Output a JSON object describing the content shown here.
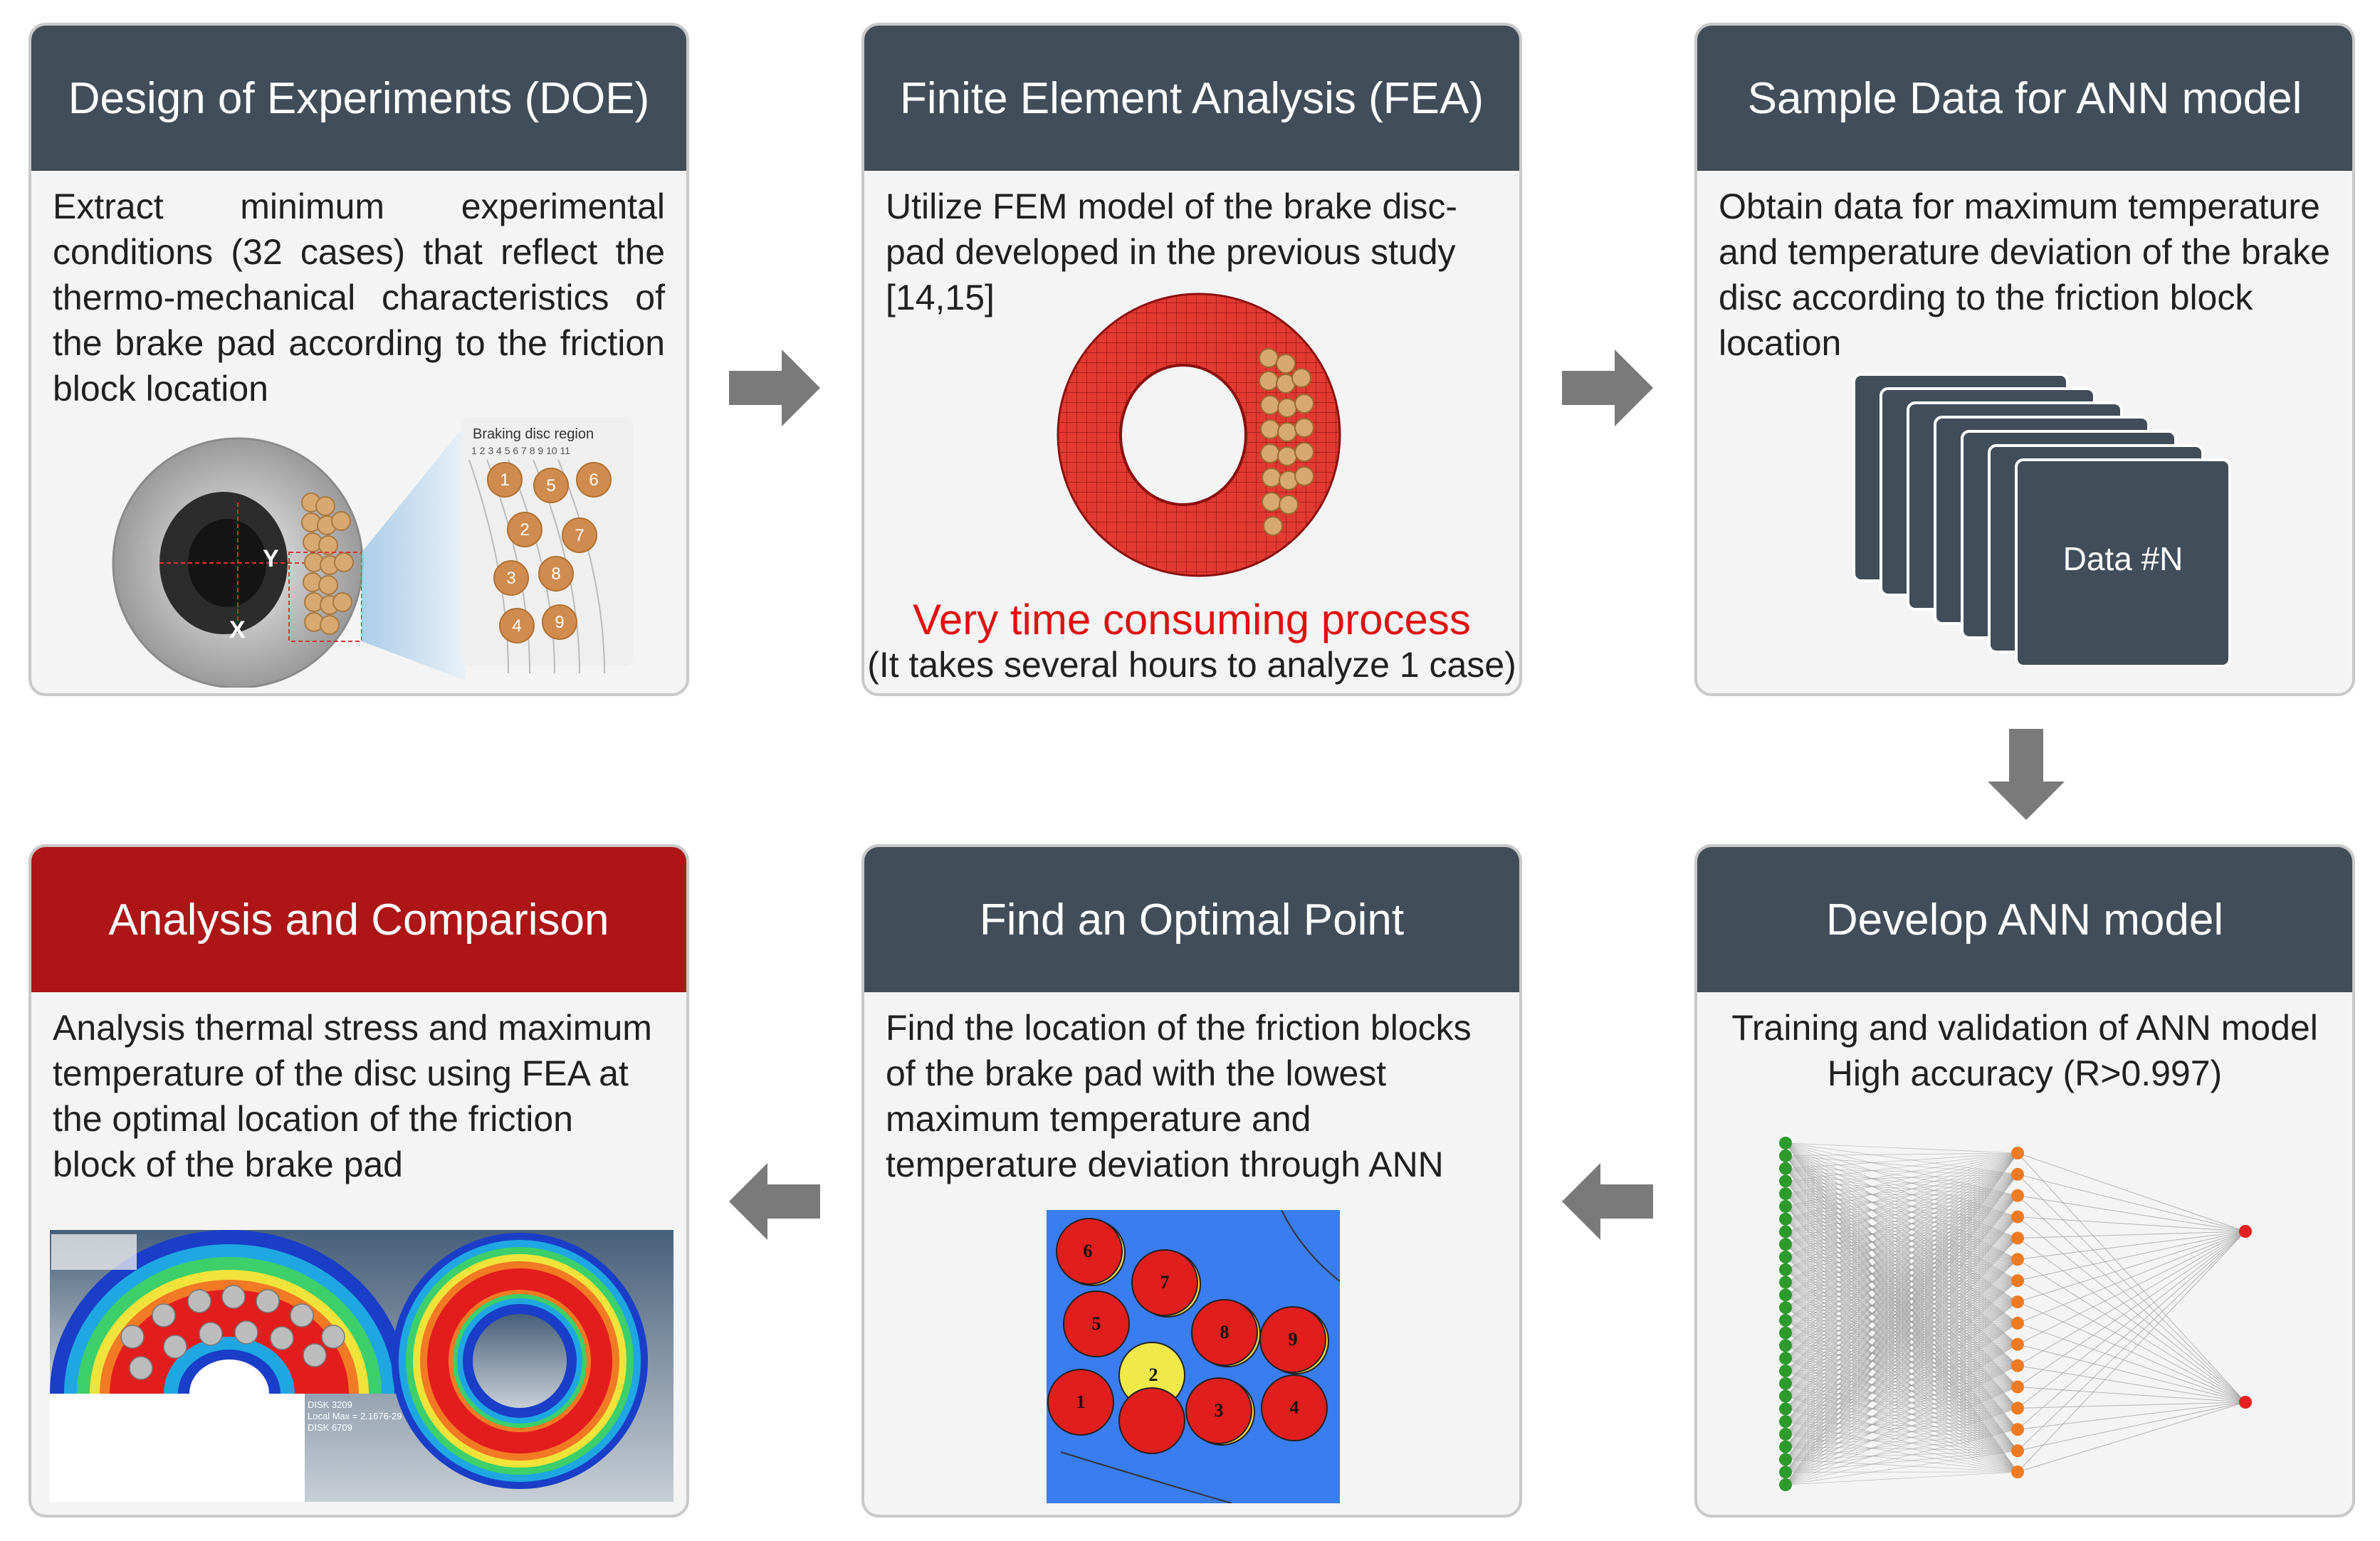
{
  "steps": [
    {
      "title": "Design of Experiments (DOE)",
      "body": "Extract minimum experimental conditions (32 cases) that reflect the thermo-mechanical characteristics of the brake pad according to the friction block location",
      "figure": {
        "region_title": "Braking disc region",
        "column_numbers": "1 2 3 4 5 6 7 8 9 10 11",
        "axis_y": "Y",
        "axis_x": "X",
        "block_numbers": [
          "1",
          "5",
          "6",
          "2",
          "7",
          "3",
          "8",
          "4",
          "9"
        ]
      }
    },
    {
      "title": "Finite Element Analysis (FEA)",
      "body": "Utilize FEM model of the brake disc-pad developed in the previous study [14,15]",
      "warning": "Very time consuming process",
      "note": "(It takes several hours to analyze 1 case)"
    },
    {
      "title": "Sample Data for ANN model",
      "body": "Obtain data for maximum temperature and temperature deviation of the brake disc according to the friction block location",
      "data_label": "Data #N"
    },
    {
      "title": "Develop ANN model",
      "body_line1": "Training and validation of ANN model",
      "body_line2": "High accuracy (R>0.997)"
    },
    {
      "title": "Find an Optimal Point",
      "body": "Find the location of the friction blocks of the brake pad with the lowest maximum temperature and temperature deviation through ANN",
      "block_numbers": [
        "6",
        "7",
        "5",
        "8",
        "9",
        "2",
        "1",
        "3",
        "4"
      ]
    },
    {
      "title": "Analysis and Comparison",
      "body": "Analysis thermal stress and maximum temperature of the disc using FEA at the optimal location of the friction block of the brake pad",
      "legend_lines": [
        "DISK 3209",
        "Local Max = 2.1676-29",
        "DISK 6709"
      ]
    }
  ],
  "colors": {
    "header": "#414e5a",
    "header_highlight": "#ad1517",
    "arrow": "#7a7a7a",
    "warning": "#e01010",
    "input_node": "#2e9a2e",
    "hidden_node": "#ee7b22",
    "output_node": "#e52020"
  }
}
